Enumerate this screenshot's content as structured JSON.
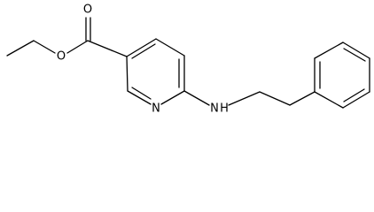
{
  "molecule": {
    "atoms": {
      "carbonyl_oxygen": "O",
      "ester_oxygen": "O",
      "ring_nitrogen": "N",
      "amine_nitrogen": "N",
      "amine_hydrogen": "H"
    }
  },
  "colors": {
    "bond": "#000000",
    "background": "#ffffff"
  }
}
